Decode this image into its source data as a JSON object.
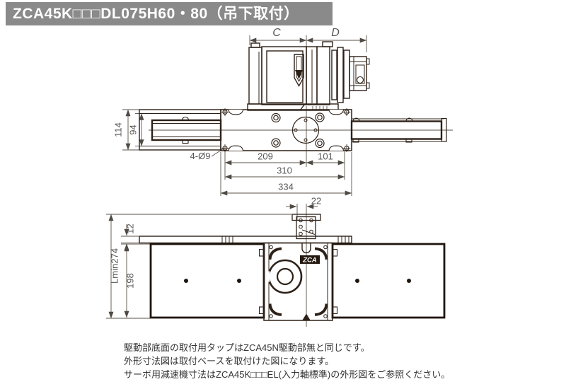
{
  "title": "ZCA45K□□□DL075H60・80（吊下取付）",
  "colors": {
    "title_bar": "#8a8a8a",
    "title_text": "#ffffff",
    "drawing_line": "#2d2017",
    "dimension_text": "#575757",
    "note_text": "#333333"
  },
  "drawing": {
    "logo": "ZCA",
    "dims": {
      "c": "C",
      "d": "D",
      "h114": "114",
      "h94": "94",
      "holes": "4-Ø9",
      "w209": "209",
      "w101": "101",
      "w310": "310",
      "w334": "334",
      "w22": "22",
      "t12": "12",
      "h198": "198",
      "lmin": "Lmin274"
    }
  },
  "notes": [
    "駆動部底面の取付用タップはZCA45N駆動部無と同じです。",
    "外形寸法図は取付ベースを取付けた図になります。",
    "サーボ用減速機寸法はZCA45K□□□EL(入力軸標準)の外形図をご参照ください。"
  ]
}
